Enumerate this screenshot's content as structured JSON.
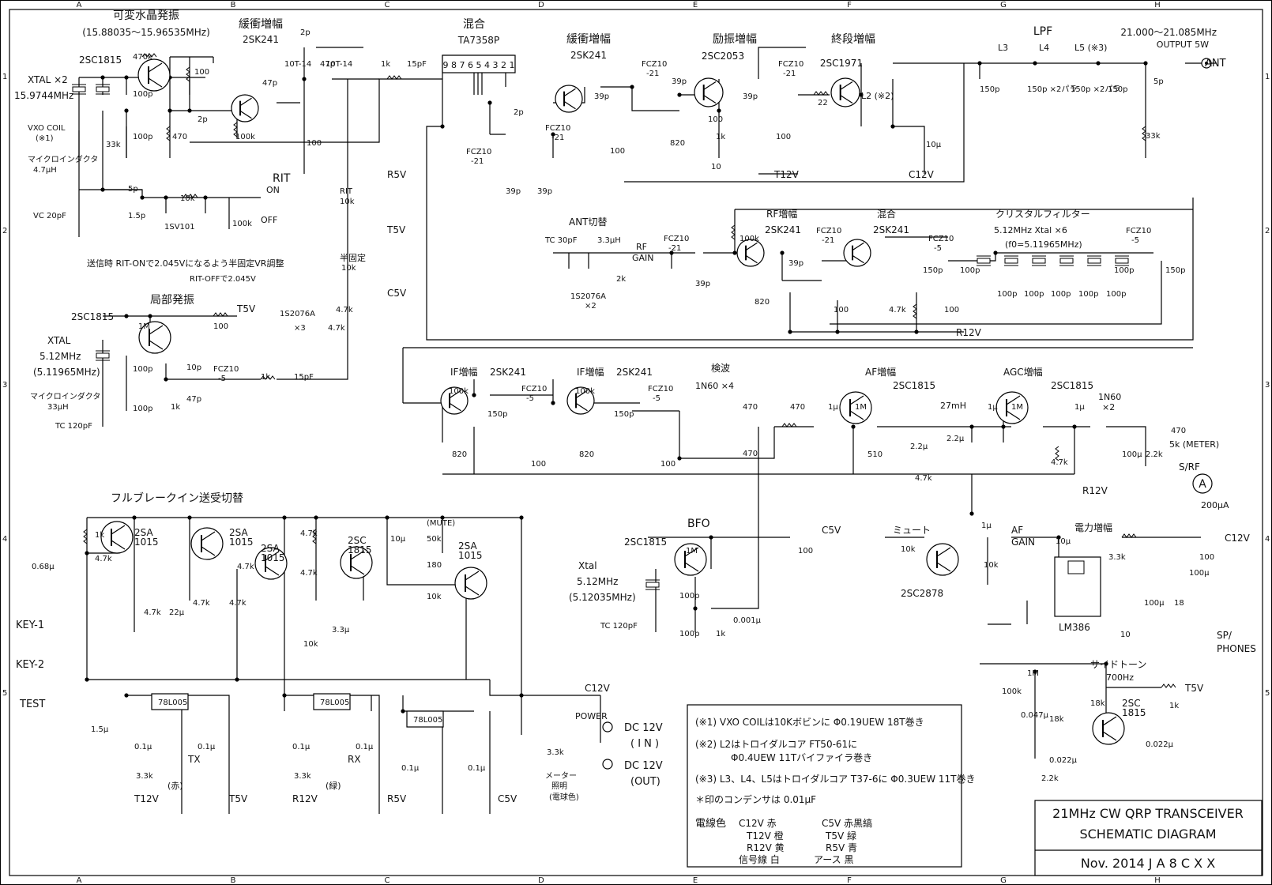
{
  "grid": {
    "cols": [
      "A",
      "B",
      "C",
      "D",
      "E",
      "F",
      "G",
      "H"
    ],
    "rows": [
      "1",
      "2",
      "3",
      "4",
      "5"
    ]
  },
  "blocks": {
    "vxo": "可変水晶発振",
    "vxo_range": "(15.88035～15.96535MHz)",
    "buf1": "緩衝増幅",
    "mix1": "混合",
    "buf2": "緩衝増幅",
    "drv": "励振増幅",
    "pa": "終段増幅",
    "lpf": "LPF",
    "ant_sw": "ANT切替",
    "rf_amp": "RF増幅",
    "mix2": "混合",
    "xtal_filter": "クリスタルフィルター",
    "lo": "局部発振",
    "if1": "IF増幅",
    "if2": "IF増幅",
    "det": "検波",
    "af": "AF増幅",
    "agc": "AGC増幅",
    "bfo": "BFO",
    "mute": "ミュート",
    "power_amp": "電力増幅",
    "sidetone": "サイドトーン",
    "sidetone_freq": "700Hz",
    "full_break": "フルブレークイン送受切替"
  },
  "parts": {
    "q_vxo": "2SC1815",
    "q_buf1": "2SK241",
    "ic_mix1": "TA7358P",
    "mix_pins": "9 8 7 6 5 4 3 2 1",
    "q_buf2": "2SK241",
    "q_drv": "2SC2053",
    "q_pa": "2SC1971",
    "q_rf": "2SK241",
    "q_mix2": "2SK241",
    "q_lo": "2SC1815",
    "q_if1": "2SK241",
    "q_if2": "2SK241",
    "q_af": "2SC1815",
    "q_agc": "2SC1815",
    "q_bfo": "2SC1815",
    "q_mute": "2SC2878",
    "ic_pa": "LM386",
    "q_sidetone": "2SC",
    "q_sidetone2": "1815",
    "q_bk1": "2SA",
    "q_bk1b": "1015",
    "q_bk4": "2SC",
    "q_bk4b": "1815",
    "reg": "78L005",
    "fcz21": "FCZ10",
    "fcz21b": "-21",
    "fcz5": "FCZ10",
    "fcz5b": "-5",
    "d_1n60x4": "1N60 ×4",
    "d_1n60x2": "1N60",
    "d_x2": "×2",
    "d_1s2076a_x2": "1S2076A",
    "d_1s2076a_x3": "1S2076A",
    "d_x3": "×3",
    "d_1sv101": "1SV101",
    "xtal_vxo": "XTAL ×2",
    "xtal_vxo_f": "15.9744MHz",
    "xtal_lo": "XTAL",
    "xtal_lo_f": "5.12MHz",
    "xtal_lo_f2": "(5.11965MHz)",
    "xtal_bfo": "Xtal",
    "xtal_bfo_f": "5.12MHz",
    "xtal_bfo_f2": "(5.12035MHz)",
    "vxo_coil": "VXO COIL",
    "vxo_coil_note": "(※1)",
    "micro_ind": "マイクロインダクタ",
    "micro_ind_v": "4.7μH",
    "micro_ind2_v": "33μH",
    "vc": "VC 20pF",
    "tc120": "TC 120pF",
    "tc30": "TC 30pF",
    "l_33": "3.3μH",
    "rf_gain": "RF",
    "rf_gain2": "GAIN",
    "rf_gain_v": "2k",
    "xf_spec": "5.12MHz  Xtal ×6",
    "xf_f0": "(f0=5.11965MHz)",
    "l2": "L2 (※2)",
    "l3": "L3",
    "l4": "L4",
    "l5": "L5 (※3)",
    "coil_10t14": "10T-14",
    "ind_27m": "27mH",
    "meter": "5k (METER)",
    "srf": "S/RF",
    "srf_v": "200μA",
    "af_gain": "AF",
    "af_gain2": "GAIN",
    "mute_label": "(MUTE)",
    "meter_A": "A"
  },
  "values": {
    "r470k": "470k",
    "r100": "100",
    "r470": "470",
    "c100p": "100p",
    "r33k": "33k",
    "c2p": "2p",
    "r100k": "100k",
    "c47p": "47p",
    "r1k": "1k",
    "c15pF": "15pF",
    "c39p": "39p",
    "r820": "820",
    "r22": "22",
    "r10": "10",
    "c10u": "10μ",
    "c150p": "150p",
    "c150p2": "150p ×2パラ",
    "c5p": "5p",
    "c1_5p": "1.5p",
    "r10k": "10k",
    "c10p": "10p",
    "r1M": "1M",
    "c1u": "1μ",
    "r510": "510",
    "r4_7k": "4.7k",
    "c2_2u": "2.2μ",
    "r2_2k": "2.2k",
    "c100u": "100μ",
    "r50k": "50k",
    "r180": "180",
    "c0_68u": "0.68μ",
    "c22u": "22μ",
    "c3_3u": "3.3μ",
    "c1_5u": "1.5μ",
    "c0_1u": "0.1μ",
    "r3_3k": "3.3k",
    "c0_001u": "0.001μ",
    "r18": "18",
    "c0_047u": "0.047μ",
    "c0_022u": "0.022μ",
    "r18k": "18k",
    "rit": "RIT",
    "rit10k": "RIT\n10k",
    "semi": "半固定",
    "on": "ON",
    "off": "OFF",
    "star": "*"
  },
  "rails": {
    "r5v": "R5V",
    "t5v": "T5V",
    "c5v": "C5V",
    "t12v": "T12V",
    "c12v": "C12V",
    "r12v": "R12V"
  },
  "notes": {
    "rit_adj1": "送信時 RIT-ONで2.045Vになるよう半固定VR調整",
    "rit_adj2": "RIT-OFFで2.045V",
    "output1": "21.000～21.085MHz",
    "output2": "OUTPUT  5W",
    "ant": "ANT",
    "key1": "KEY-1",
    "key2": "KEY-2",
    "test": "TEST",
    "tx": "TX",
    "tx_color": "(赤)",
    "rx": "RX",
    "rx_color": "(緑)",
    "power": "POWER",
    "dc_in": "DC 12V",
    "dc_in2": "( I N )",
    "dc_out": "DC 12V",
    "dc_out2": "(OUT)",
    "lamp": "メーター",
    "lamp2": "照明",
    "lamp3": "(電球色)",
    "sp": "SP/",
    "sp2": "PHONES"
  },
  "legend": {
    "n1": "(※1)  VXO COILは10Kボビンに Φ0.19UEW 18T巻き",
    "n2a": "(※2)  L2はトロイダルコア FT50-61に",
    "n2b": "Φ0.4UEW   11Tバイファイラ巻き",
    "n3": "(※3)  L3、L4、L5はトロイダルコア T37-6に Φ0.3UEW 11T巻き",
    "n4": "＊印のコンデンサは 0.01μF",
    "wire_title": "電線色",
    "w1": "C12V  赤",
    "w2": "T12V  橙",
    "w3": "R12V  黄",
    "w4": "信号線  白",
    "w5": "C5V  赤黒縞",
    "w6": "T5V  緑",
    "w7": "R5V  青",
    "w8": "アース  黒"
  },
  "title_block": {
    "line1": "21MHz CW QRP TRANSCEIVER",
    "line2": "SCHEMATIC DIAGRAM",
    "line3": "Nov. 2014    J A 8 C X X"
  }
}
